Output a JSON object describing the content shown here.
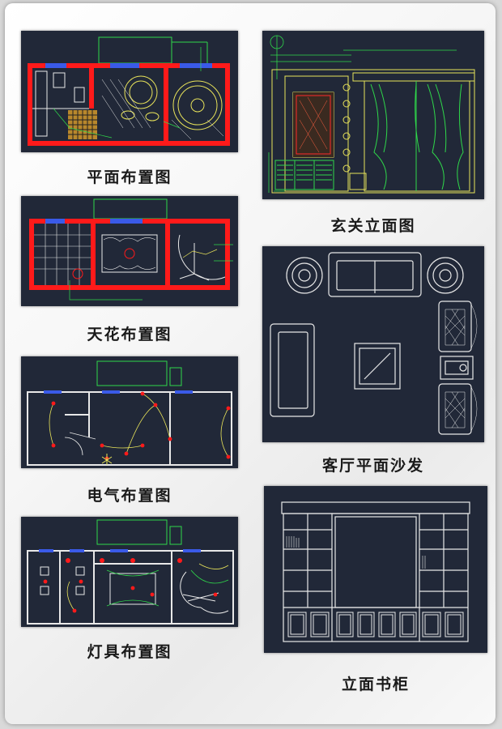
{
  "captions": {
    "floor_plan": "平面布置图",
    "entrance_elevation": "玄关立面图",
    "ceiling_plan": "天花布置图",
    "living_room_sofa": "客厅平面沙发",
    "electrical_plan": "电气布置图",
    "lighting_plan": "灯具布置图",
    "bookcase_elevation": "立面书柜"
  },
  "colors": {
    "panel_bg": "#212838",
    "wall_red": "#ff1a1a",
    "line_white": "#e8e8e8",
    "line_green": "#2fd84a",
    "line_yellow": "#e8e35a",
    "line_cyan": "#36c6d8",
    "line_blue": "#3a5ae8"
  }
}
